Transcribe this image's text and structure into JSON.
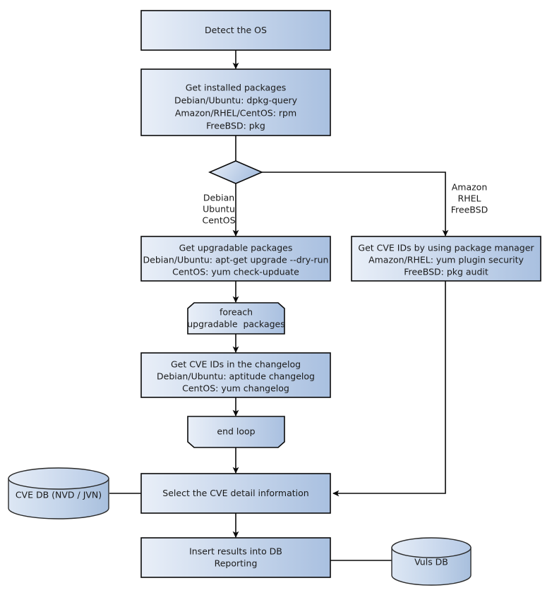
{
  "diagram": {
    "title": "Vuls scan flow",
    "type": "flowchart",
    "colors": {
      "fill_gradient_start": "#e8eef7",
      "fill_gradient_end": "#aac1e0",
      "cylinder_gradient_start": "#dfe8f5",
      "cylinder_gradient_end": "#a9c0de",
      "stroke": "#0a0a0a",
      "text": "#1a1a1a",
      "background": "#ffffff"
    },
    "nodes": [
      {
        "id": "detect-os",
        "shape": "rectangle",
        "lines": [
          "Detect the OS"
        ]
      },
      {
        "id": "get-installed-packages",
        "shape": "rectangle",
        "lines": [
          "Get installed packages",
          "Debian/Ubuntu: dpkg-query",
          "Amazon/RHEL/CentOS: rpm",
          "FreeBSD: pkg"
        ]
      },
      {
        "id": "os-decision",
        "shape": "diamond",
        "lines": []
      },
      {
        "id": "get-upgradable-packages",
        "shape": "rectangle",
        "lines": [
          "Get upgradable packages",
          "Debian/Ubuntu: apt-get upgrade --dry-run",
          "CentOS: yum check-upduate"
        ]
      },
      {
        "id": "get-cve-ids-package-manager",
        "shape": "rectangle",
        "lines": [
          "Get CVE IDs by using package manager",
          "Amazon/RHEL: yum plugin security",
          "FreeBSD: pkg audit"
        ]
      },
      {
        "id": "foreach-loop-start",
        "shape": "loop-start",
        "lines": [
          "foreach",
          "upgradable  packages"
        ]
      },
      {
        "id": "get-cve-ids-changelog",
        "shape": "rectangle",
        "lines": [
          "Get CVE IDs in the changelog",
          "Debian/Ubuntu: aptitude changelog",
          "CentOS: yum changelog"
        ]
      },
      {
        "id": "end-loop",
        "shape": "loop-end",
        "lines": [
          "end loop"
        ]
      },
      {
        "id": "cve-db",
        "shape": "cylinder",
        "lines": [
          "CVE DB (NVD / JVN)"
        ]
      },
      {
        "id": "select-cve-detail",
        "shape": "rectangle",
        "lines": [
          "Select the CVE detail information"
        ]
      },
      {
        "id": "insert-results",
        "shape": "rectangle",
        "lines": [
          "Insert results into DB",
          "Reporting"
        ]
      },
      {
        "id": "vuls-db",
        "shape": "cylinder",
        "lines": [
          "Vuls DB"
        ]
      }
    ],
    "edge_labels": {
      "left_branch": [
        "Debian",
        "Ubuntu",
        "CentOS"
      ],
      "right_branch": [
        "Amazon",
        "RHEL",
        "FreeBSD"
      ]
    },
    "texts": {
      "detect_os": "Detect the OS",
      "installed_l1": "Get installed packages",
      "installed_l2": "Debian/Ubuntu: dpkg-query",
      "installed_l3": "Amazon/RHEL/CentOS: rpm",
      "installed_l4": "FreeBSD: pkg",
      "upgradable_l1": "Get upgradable packages",
      "upgradable_l2": "Debian/Ubuntu: apt-get upgrade --dry-run",
      "upgradable_l3": "CentOS: yum check-upduate",
      "pkgmgr_l1": "Get CVE IDs by using package manager",
      "pkgmgr_l2": "Amazon/RHEL: yum plugin security",
      "pkgmgr_l3": "FreeBSD: pkg audit",
      "foreach_l1": "foreach",
      "foreach_l2": "upgradable  packages",
      "changelog_l1": "Get CVE IDs in the changelog",
      "changelog_l2": "Debian/Ubuntu: aptitude changelog",
      "changelog_l3": "CentOS: yum changelog",
      "end_loop": "end loop",
      "cve_db": "CVE DB (NVD / JVN)",
      "select_cve": "Select the CVE detail information",
      "insert_l1": "Insert results into DB",
      "insert_l2": "Reporting",
      "vuls_db": "Vuls DB",
      "branch_left_1": "Debian",
      "branch_left_2": "Ubuntu",
      "branch_left_3": "CentOS",
      "branch_right_1": "Amazon",
      "branch_right_2": "RHEL",
      "branch_right_3": "FreeBSD"
    }
  }
}
